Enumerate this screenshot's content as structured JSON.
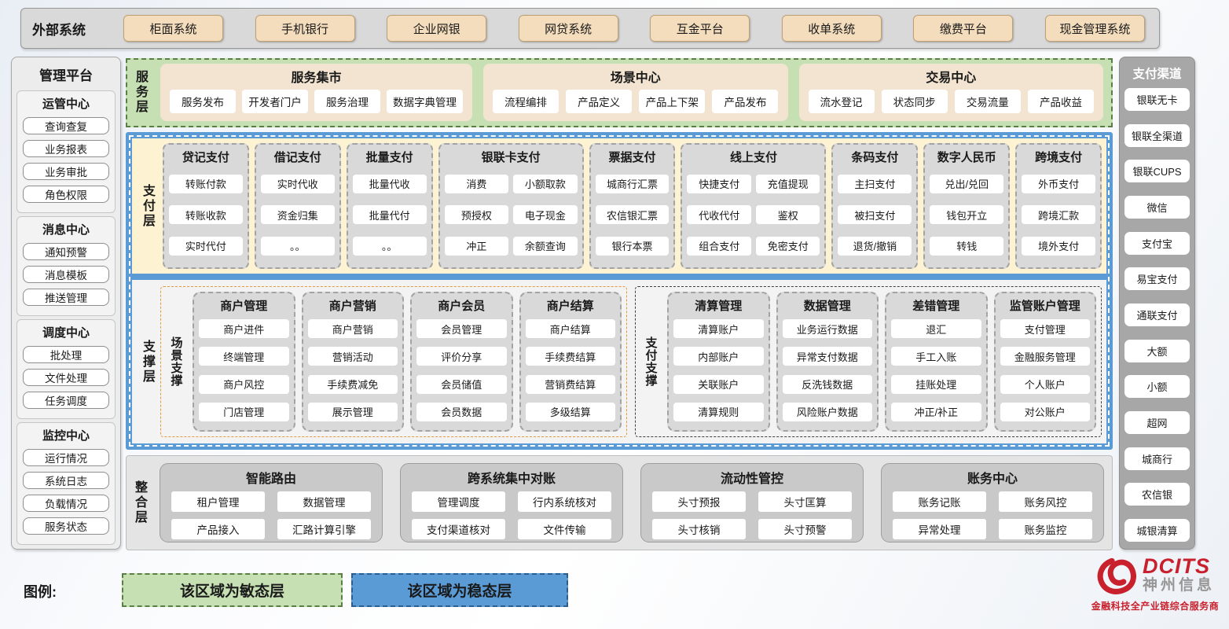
{
  "external_systems": {
    "label": "外部系统",
    "items": [
      "柜面系统",
      "手机银行",
      "企业网银",
      "网贷系统",
      "互金平台",
      "收单系统",
      "缴费平台",
      "现金管理系统"
    ]
  },
  "management_platform": {
    "title": "管理平台",
    "groups": [
      {
        "title": "运管中心",
        "items": [
          "查询查复",
          "业务报表",
          "业务审批",
          "角色权限"
        ]
      },
      {
        "title": "消息中心",
        "items": [
          "通知预警",
          "消息模板",
          "推送管理"
        ]
      },
      {
        "title": "调度中心",
        "items": [
          "批处理",
          "文件处理",
          "任务调度"
        ]
      },
      {
        "title": "监控中心",
        "items": [
          "运行情况",
          "系统日志",
          "负载情况",
          "服务状态"
        ]
      }
    ]
  },
  "service_layer": {
    "label": "服务层",
    "groups": [
      {
        "title": "服务集市",
        "items": [
          "服务发布",
          "开发者门户",
          "服务治理",
          "数据字典管理"
        ]
      },
      {
        "title": "场景中心",
        "items": [
          "流程编排",
          "产品定义",
          "产品上下架",
          "产品发布"
        ]
      },
      {
        "title": "交易中心",
        "items": [
          "流水登记",
          "状态同步",
          "交易流量",
          "产品收益"
        ]
      }
    ]
  },
  "payment_layer": {
    "label": "支付层",
    "columns": [
      {
        "title": "贷记支付",
        "cols": 1,
        "items": [
          "转账付款",
          "转账收款",
          "实时代付"
        ]
      },
      {
        "title": "借记支付",
        "cols": 1,
        "items": [
          "实时代收",
          "资金归集",
          "。。"
        ]
      },
      {
        "title": "批量支付",
        "cols": 1,
        "items": [
          "批量代收",
          "批量代付",
          "。。"
        ]
      },
      {
        "title": "银联卡支付",
        "cols": 2,
        "items": [
          "消费",
          "小额取款",
          "预授权",
          "电子现金",
          "冲正",
          "余额查询"
        ]
      },
      {
        "title": "票据支付",
        "cols": 1,
        "items": [
          "城商行汇票",
          "农信银汇票",
          "银行本票"
        ]
      },
      {
        "title": "线上支付",
        "cols": 2,
        "items": [
          "快捷支付",
          "充值提现",
          "代收代付",
          "鉴权",
          "组合支付",
          "免密支付"
        ]
      },
      {
        "title": "条码支付",
        "cols": 1,
        "items": [
          "主扫支付",
          "被扫支付",
          "退货/撤销"
        ]
      },
      {
        "title": "数字人民币",
        "cols": 1,
        "items": [
          "兑出/兑回",
          "钱包开立",
          "转钱"
        ]
      },
      {
        "title": "跨境支付",
        "cols": 1,
        "items": [
          "外币支付",
          "跨境汇款",
          "境外支付"
        ]
      }
    ]
  },
  "support_layer": {
    "label": "支撑层",
    "sections": [
      {
        "label": "场景支撑",
        "accent": "orange",
        "columns": [
          {
            "title": "商户管理",
            "items": [
              "商户进件",
              "终端管理",
              "商户风控",
              "门店管理"
            ]
          },
          {
            "title": "商户营销",
            "items": [
              "商户营销",
              "营销活动",
              "手续费减免",
              "展示管理"
            ]
          },
          {
            "title": "商户会员",
            "items": [
              "会员管理",
              "评价分享",
              "会员储值",
              "会员数据"
            ]
          },
          {
            "title": "商户结算",
            "items": [
              "商户结算",
              "手续费结算",
              "营销费结算",
              "多级结算"
            ]
          }
        ]
      },
      {
        "label": "支付支撑",
        "accent": "dark",
        "columns": [
          {
            "title": "清算管理",
            "items": [
              "清算账户",
              "内部账户",
              "关联账户",
              "清算规则"
            ]
          },
          {
            "title": "数据管理",
            "items": [
              "业务运行数据",
              "异常支付数据",
              "反洗钱数据",
              "风险账户数据"
            ]
          },
          {
            "title": "差错管理",
            "items": [
              "退汇",
              "手工入账",
              "挂账处理",
              "冲正/补正"
            ]
          },
          {
            "title": "监管账户管理",
            "items": [
              "支付管理",
              "金融服务管理",
              "个人账户",
              "对公账户"
            ]
          }
        ]
      }
    ]
  },
  "integration_layer": {
    "label": "整合层",
    "groups": [
      {
        "title": "智能路由",
        "items": [
          "租户管理",
          "数据管理",
          "产品接入",
          "汇路计算引擎"
        ]
      },
      {
        "title": "跨系统集中对账",
        "items": [
          "管理调度",
          "行内系统核对",
          "支付渠道核对",
          "文件传输"
        ]
      },
      {
        "title": "流动性管控",
        "items": [
          "头寸预报",
          "头寸匡算",
          "头寸核销",
          "头寸预警"
        ]
      },
      {
        "title": "账务中心",
        "items": [
          "账务记账",
          "账务风控",
          "异常处理",
          "账务监控"
        ]
      }
    ]
  },
  "payment_channels": {
    "title": "支付渠道",
    "items": [
      "银联无卡",
      "银联全渠道",
      "银联CUPS",
      "微信",
      "支付宝",
      "易宝支付",
      "通联支付",
      "大额",
      "小额",
      "超网",
      "城商行",
      "农信银",
      "城银清算"
    ]
  },
  "legend": {
    "label": "图例:",
    "agile_label": "该区域为敏态层",
    "stable_label": "该区域为稳态层"
  },
  "logo": {
    "brand": "DCITS",
    "company": "神州信息",
    "slogan": "金融科技全产业链综合服务商"
  },
  "colors": {
    "agile_green": "#c6e0b4",
    "agile_border": "#5a7f44",
    "stable_blue": "#5b9bd5",
    "payment_cream": "#fdf3d2",
    "panel_tan": "#f2e4d1",
    "button_tan": "#f4ddbd",
    "column_gray": "#d9d9d9",
    "channel_gray": "#a7a7a7",
    "scene_accent": "#e69a3c",
    "support_accent": "#3f3f3f",
    "dcits_red": "#c8202c"
  }
}
